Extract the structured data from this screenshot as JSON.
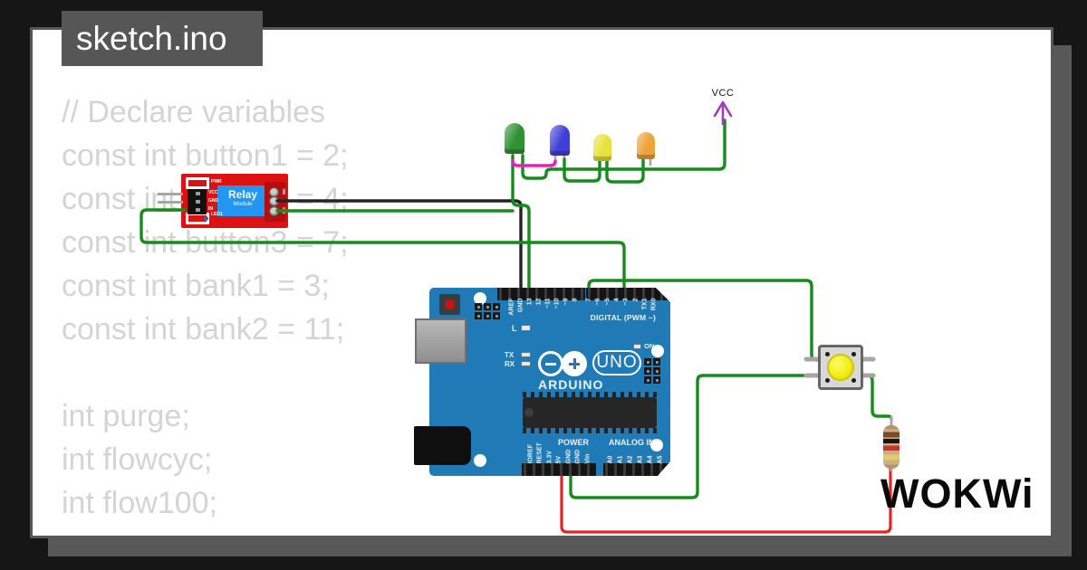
{
  "title": "sketch.ino",
  "code_lines": [
    "// Declare variables",
    "const int button1 = 2;",
    "const int button2 = 4;",
    "const int button3 = 7;",
    "const int bank1 = 3;",
    "const int bank2 = 11;",
    "",
    "int purge;",
    "int flowcyc;",
    "int flow100;"
  ],
  "vcc_label": "VCC",
  "watermark": "WOKWi",
  "relay": {
    "name": "Relay",
    "subname": "Module",
    "left_labels": [
      "PWR",
      "VCC",
      "GND",
      "IN",
      "LED1"
    ],
    "terminal_labels": [
      "NC",
      "C",
      "NO"
    ]
  },
  "arduino": {
    "brand": "ARDUINO",
    "model": "UNO",
    "digital_label": "DIGITAL (PWM ~)",
    "power_label": "POWER",
    "analog_label": "ANALOG IN",
    "on_label": "ON",
    "led_labels": [
      "L",
      "TX",
      "RX"
    ],
    "top_left_pins": [
      "AREF",
      "GND",
      "13",
      "12",
      "~11",
      "~10",
      "~9",
      "8"
    ],
    "top_right_pins": [
      "7",
      "~6",
      "~5",
      "4",
      "~3",
      "2",
      "TX1",
      "RX0"
    ],
    "power_pins": [
      "IOREF",
      "RESET",
      "3.3V",
      "5V",
      "GND",
      "GND",
      "Vin"
    ],
    "analog_pins": [
      "A0",
      "A1",
      "A2",
      "A3",
      "A4",
      "A5"
    ]
  },
  "colors": {
    "wire_green": "#168c1b",
    "wire_black": "#232323",
    "wire_red": "#e32424",
    "wire_magenta": "#ea1fc6",
    "wire_purple": "#a13bbf",
    "lead_gray": "#a6a6a6",
    "board_blue": "#1f7ab5",
    "relay_red": "#dd1111",
    "relay_blue": "#2196f3",
    "button_cap": "#f2ee12",
    "led_green": "#2f9132",
    "led_blue": "#4040d8",
    "led_yellow": "#e7e23c",
    "led_orange": "#eda339"
  }
}
